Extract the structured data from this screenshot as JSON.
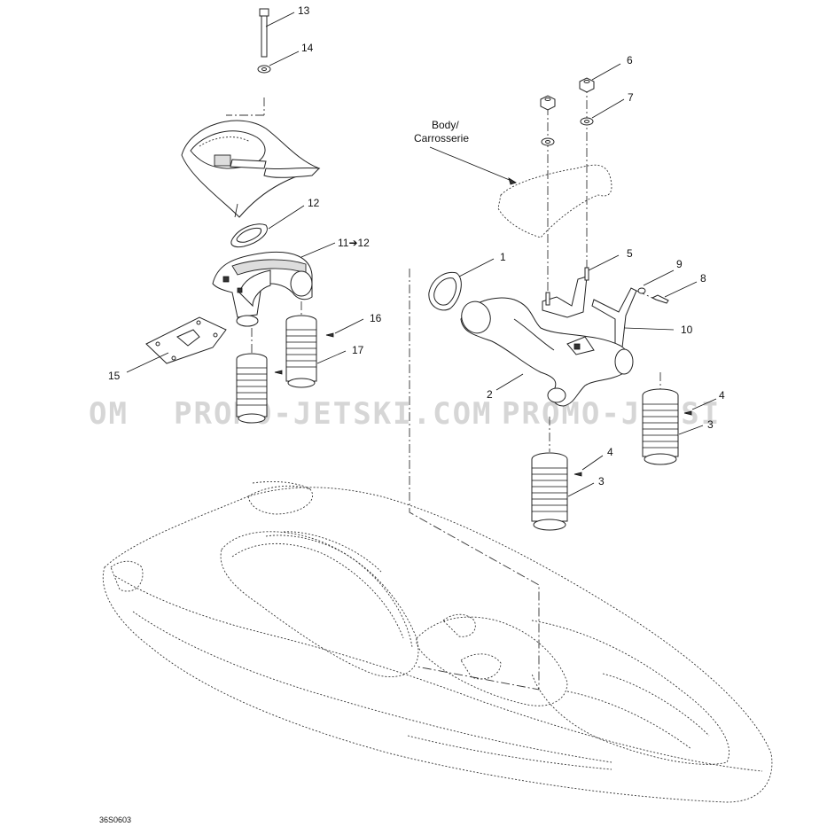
{
  "diagram": {
    "callouts": [
      {
        "id": "c13",
        "text": "13"
      },
      {
        "id": "c14",
        "text": "14"
      },
      {
        "id": "c12",
        "text": "12"
      },
      {
        "id": "c11",
        "text": "11➔12"
      },
      {
        "id": "c16",
        "text": "16"
      },
      {
        "id": "c17",
        "text": "17"
      },
      {
        "id": "c15",
        "text": "15"
      },
      {
        "id": "c6",
        "text": "6"
      },
      {
        "id": "c7",
        "text": "7"
      },
      {
        "id": "c5",
        "text": "5"
      },
      {
        "id": "c9",
        "text": "9"
      },
      {
        "id": "c8",
        "text": "8"
      },
      {
        "id": "c10",
        "text": "10"
      },
      {
        "id": "c1",
        "text": "1"
      },
      {
        "id": "c2",
        "text": "2"
      },
      {
        "id": "c4a",
        "text": "4"
      },
      {
        "id": "c3a",
        "text": "3"
      },
      {
        "id": "c4b",
        "text": "4"
      },
      {
        "id": "c3b",
        "text": "3"
      }
    ],
    "body_label_line1": "Body/",
    "body_label_line2": "Carrosserie",
    "watermark_left": "OM",
    "watermark_mid": "PROMO-JETSKI.COM",
    "watermark_right": "PROMO-JETSI",
    "drawing_code": "36S0603"
  }
}
